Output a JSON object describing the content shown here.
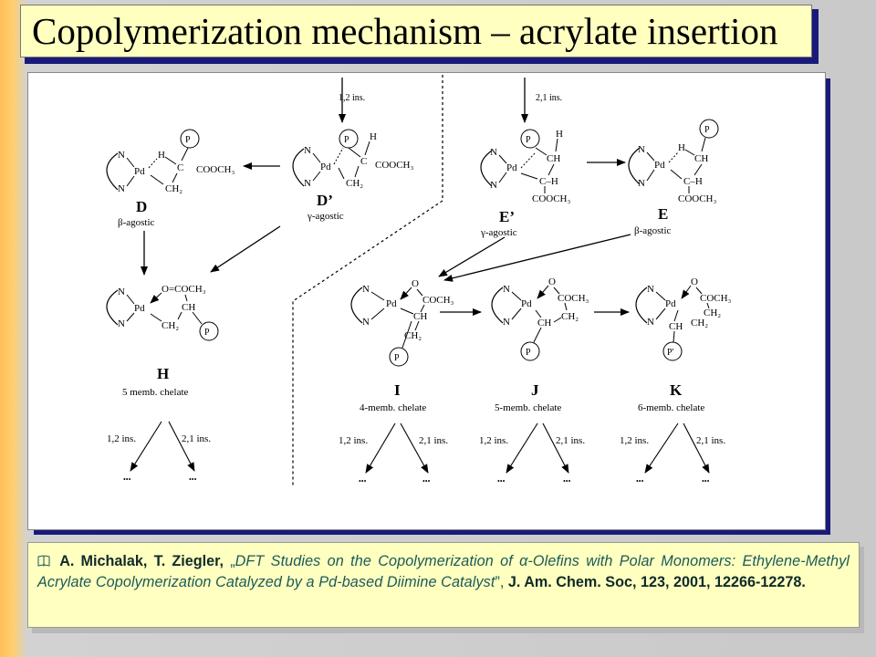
{
  "slide": {
    "title": "Copolymerization mechanism – acrylate insertion"
  },
  "scheme": {
    "labels": {
      "D": "D",
      "D_prime": "D’",
      "E_prime": "E’",
      "E": "E",
      "H": "H",
      "I": "I",
      "J": "J",
      "K": "K"
    },
    "descriptions": {
      "D": "β-agostic",
      "D_prime": "γ-agostic",
      "E_prime": "γ-agostic",
      "E": "β-agostic",
      "H": "5 memb. chelate",
      "I": "4-memb. chelate",
      "J": "5-memb. chelate",
      "K": "6-memb. chelate"
    },
    "insertion_top_left": "1,2 ins.",
    "insertion_top_right": "2,1 ins.",
    "branch_12": "1,2 ins.",
    "branch_21": "2,1 ins.",
    "ellipsis": "•••",
    "atoms": {
      "N": "N",
      "Pd": "Pd",
      "H": "H",
      "C": "C",
      "CH": "CH",
      "CH2": "CH₂",
      "COOCH3": "COOCH₃",
      "COCH3": "COCH₃",
      "O": "O",
      "P": "P",
      "Pprime": "P'",
      "O_eq_COCH3": "O=COCH₃",
      "C_H": "C–H"
    }
  },
  "reference": {
    "icon": "book-icon",
    "authors": "A. Michalak, T. Ziegler,",
    "open_quote": "„",
    "title": "DFT Studies on the Copolymerization of α-Olefins with Polar Monomers: Ethylene-Methyl Acrylate Copolymerization Catalyzed by a Pd-based Diimine Catalyst",
    "close_quote": "”,",
    "journal": "J. Am. Chem. Soc, 123, 2001, 12266-12278."
  }
}
